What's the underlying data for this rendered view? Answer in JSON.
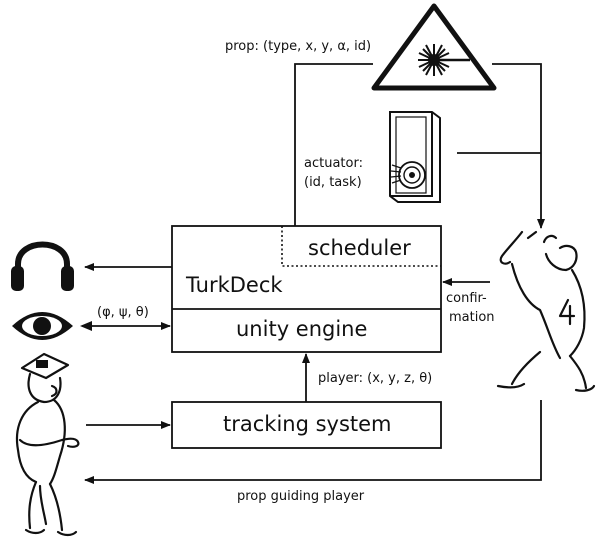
{
  "diagram": {
    "turkdeck": {
      "title": "TurkDeck"
    },
    "scheduler": {
      "title": "scheduler"
    },
    "unity_engine": {
      "title": "unity engine"
    },
    "tracking_system": {
      "title": "tracking system"
    },
    "labels": {
      "prop": "prop: (type, x, y, α, id)",
      "actuator_line1": "actuator:",
      "actuator_line2": "(id, task)",
      "orientation": "(φ, ψ, θ)",
      "confirmation_line1": "confir-",
      "confirmation_line2": "mation",
      "player": "player: (x, y, z, θ)",
      "prop_guiding": "prop guiding player"
    },
    "icons": [
      "laser-warning-icon",
      "speaker-actuator-icon",
      "headphones-icon",
      "eye-icon",
      "player-icon",
      "worker-icon"
    ]
  }
}
